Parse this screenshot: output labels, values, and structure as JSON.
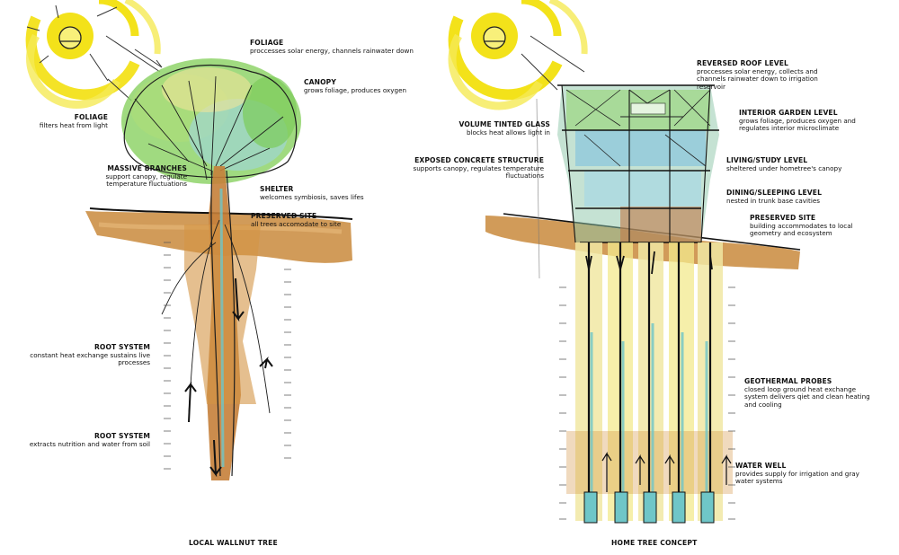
{
  "left_panel": {
    "caption": "LOCAL WALLNUT TREE",
    "labels": [
      {
        "title": "FOLIAGE",
        "desc": "proccesses solar energy, channels rainwater down"
      },
      {
        "title": "CANOPY",
        "desc": "grows foliage, produces oxygen"
      },
      {
        "title": "FOLIAGE",
        "desc": "filters heat from light"
      },
      {
        "title": "MASSIVE BRANCHES",
        "desc": "support canopy, regulate temperature fluctuations"
      },
      {
        "title": "SHELTER",
        "desc": "welcomes symbiosis, saves lifes"
      },
      {
        "title": "PRESERVED SITE",
        "desc": "all trees accomodate to site"
      },
      {
        "title": "ROOT SYSTEM",
        "desc": "constant heat exchange sustains live processes"
      },
      {
        "title": "ROOT SYSTEM",
        "desc": "extracts nutrition and water from soil"
      }
    ]
  },
  "right_panel": {
    "caption": "HOME TREE CONCEPT",
    "labels": [
      {
        "title": "REVERSED ROOF LEVEL",
        "desc": "proccesses solar energy, collects and channels rainwater down to irrigation reservoir"
      },
      {
        "title": "VOLUME TINTED GLASS",
        "desc": "blocks heat allows light in"
      },
      {
        "title": "INTERIOR GARDEN LEVEL",
        "desc": "grows foliage, produces oxygen and regulates interior microclimate"
      },
      {
        "title": "LIVING/STUDY LEVEL",
        "desc": "sheltered under hometree's canopy"
      },
      {
        "title": "EXPOSED CONCRETE STRUCTURE",
        "desc": "supports canopy, regulates temperature fluctuations"
      },
      {
        "title": "DINING/SLEEPING LEVEL",
        "desc": "nested in trunk base cavities"
      },
      {
        "title": "PRESERVED SITE",
        "desc": "building accommodates to local geometry and ecosystem"
      },
      {
        "title": "GEOTHERMAL PROBES",
        "desc": "closed loop ground heat exchange system delivers qiet and clean heating and cooling"
      },
      {
        "title": "WATER WELL",
        "desc": "provides supply for irrigation and gray water systems"
      }
    ]
  },
  "colors": {
    "sun": "#f3e21a",
    "soil": "#c98a3c",
    "foliage_green": "#8fd46a",
    "foliage_blue": "#9fd6ea",
    "probe": "#f1e7a3",
    "ink": "#141414"
  }
}
